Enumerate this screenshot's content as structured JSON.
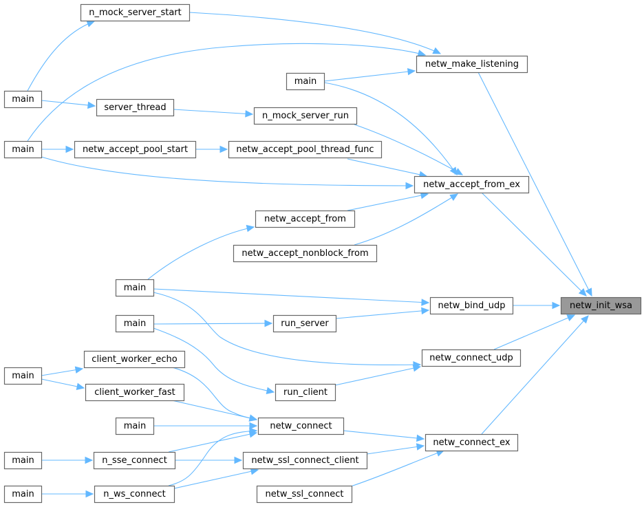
{
  "title": "Caller graph for netw_init_wsa",
  "colors": {
    "edge": "#63b8ff",
    "node_border": "#666666",
    "focus_fill": "#999999",
    "node_fill": "#ffffff"
  },
  "focus_node": "netw_init_wsa",
  "nodes": [
    {
      "id": "n_mock_server_start",
      "label": "n_mock_server_start"
    },
    {
      "id": "netw_make_listening",
      "label": "netw_make_listening"
    },
    {
      "id": "main_a",
      "label": "main"
    },
    {
      "id": "main_b",
      "label": "main"
    },
    {
      "id": "server_thread",
      "label": "server_thread"
    },
    {
      "id": "n_mock_server_run",
      "label": "n_mock_server_run"
    },
    {
      "id": "main_c",
      "label": "main"
    },
    {
      "id": "netw_accept_pool_start",
      "label": "netw_accept_pool_start"
    },
    {
      "id": "netw_accept_pool_thread_func",
      "label": "netw_accept_pool_thread_func"
    },
    {
      "id": "netw_accept_from_ex",
      "label": "netw_accept_from_ex"
    },
    {
      "id": "netw_accept_from",
      "label": "netw_accept_from"
    },
    {
      "id": "netw_accept_nonblock_from",
      "label": "netw_accept_nonblock_from"
    },
    {
      "id": "main_d",
      "label": "main"
    },
    {
      "id": "netw_bind_udp",
      "label": "netw_bind_udp"
    },
    {
      "id": "netw_init_wsa",
      "label": "netw_init_wsa"
    },
    {
      "id": "main_e",
      "label": "main"
    },
    {
      "id": "run_server",
      "label": "run_server"
    },
    {
      "id": "client_worker_echo",
      "label": "client_worker_echo"
    },
    {
      "id": "netw_connect_udp",
      "label": "netw_connect_udp"
    },
    {
      "id": "main_f",
      "label": "main"
    },
    {
      "id": "client_worker_fast",
      "label": "client_worker_fast"
    },
    {
      "id": "run_client",
      "label": "run_client"
    },
    {
      "id": "main_g",
      "label": "main"
    },
    {
      "id": "netw_connect",
      "label": "netw_connect"
    },
    {
      "id": "netw_connect_ex",
      "label": "netw_connect_ex"
    },
    {
      "id": "main_h",
      "label": "main"
    },
    {
      "id": "n_sse_connect",
      "label": "n_sse_connect"
    },
    {
      "id": "netw_ssl_connect_client",
      "label": "netw_ssl_connect_client"
    },
    {
      "id": "main_i",
      "label": "main"
    },
    {
      "id": "n_ws_connect",
      "label": "n_ws_connect"
    },
    {
      "id": "netw_ssl_connect",
      "label": "netw_ssl_connect"
    }
  ],
  "edges": [
    {
      "from": "main_a",
      "to": "n_mock_server_start"
    },
    {
      "from": "n_mock_server_start",
      "to": "netw_make_listening"
    },
    {
      "from": "main_c",
      "to": "netw_make_listening"
    },
    {
      "from": "main_b",
      "to": "netw_make_listening"
    },
    {
      "from": "main_b",
      "to": "netw_accept_from_ex"
    },
    {
      "from": "main_a",
      "to": "server_thread"
    },
    {
      "from": "server_thread",
      "to": "n_mock_server_run"
    },
    {
      "from": "n_mock_server_run",
      "to": "netw_accept_from_ex"
    },
    {
      "from": "main_c",
      "to": "netw_accept_pool_start"
    },
    {
      "from": "netw_accept_pool_start",
      "to": "netw_accept_pool_thread_func"
    },
    {
      "from": "netw_accept_pool_thread_func",
      "to": "netw_accept_from_ex"
    },
    {
      "from": "main_c",
      "to": "netw_accept_from_ex"
    },
    {
      "from": "main_d",
      "to": "netw_accept_from"
    },
    {
      "from": "netw_accept_from",
      "to": "netw_accept_from_ex"
    },
    {
      "from": "netw_accept_nonblock_from",
      "to": "netw_accept_from_ex"
    },
    {
      "from": "netw_make_listening",
      "to": "netw_init_wsa"
    },
    {
      "from": "netw_accept_from_ex",
      "to": "netw_init_wsa"
    },
    {
      "from": "main_d",
      "to": "netw_bind_udp"
    },
    {
      "from": "main_e",
      "to": "run_server"
    },
    {
      "from": "run_server",
      "to": "netw_bind_udp"
    },
    {
      "from": "netw_bind_udp",
      "to": "netw_init_wsa"
    },
    {
      "from": "main_d",
      "to": "netw_connect_udp"
    },
    {
      "from": "main_e",
      "to": "run_client"
    },
    {
      "from": "run_client",
      "to": "netw_connect_udp"
    },
    {
      "from": "netw_connect_udp",
      "to": "netw_init_wsa"
    },
    {
      "from": "main_f",
      "to": "client_worker_echo"
    },
    {
      "from": "main_f",
      "to": "client_worker_fast"
    },
    {
      "from": "client_worker_echo",
      "to": "netw_connect"
    },
    {
      "from": "client_worker_fast",
      "to": "netw_connect"
    },
    {
      "from": "main_g",
      "to": "netw_connect"
    },
    {
      "from": "n_sse_connect",
      "to": "netw_connect"
    },
    {
      "from": "n_ws_connect",
      "to": "netw_connect"
    },
    {
      "from": "main_h",
      "to": "n_sse_connect"
    },
    {
      "from": "n_sse_connect",
      "to": "netw_ssl_connect_client"
    },
    {
      "from": "main_i",
      "to": "n_ws_connect"
    },
    {
      "from": "n_ws_connect",
      "to": "netw_ssl_connect_client"
    },
    {
      "from": "netw_connect",
      "to": "netw_connect_ex"
    },
    {
      "from": "netw_ssl_connect_client",
      "to": "netw_connect_ex"
    },
    {
      "from": "netw_ssl_connect",
      "to": "netw_connect_ex"
    },
    {
      "from": "netw_connect_ex",
      "to": "netw_init_wsa"
    }
  ]
}
